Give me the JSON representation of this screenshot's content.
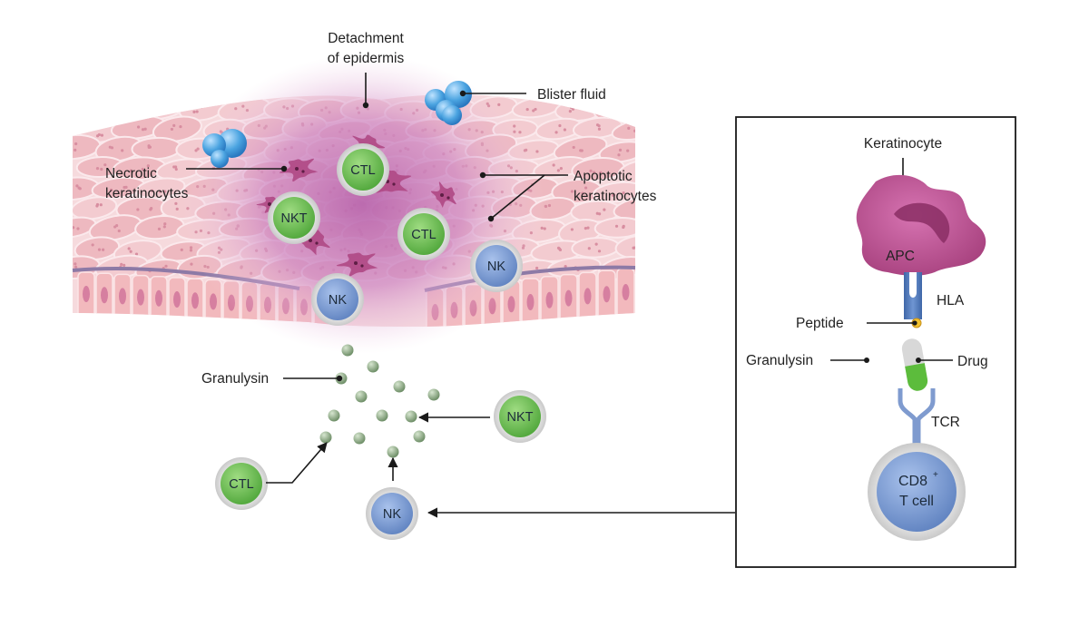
{
  "labels": {
    "detachment": [
      "Detachment",
      "of epidermis"
    ],
    "blister_fluid": "Blister fluid",
    "necrotic": [
      "Necrotic",
      "keratinocytes"
    ],
    "apoptotic": [
      "Apoptotic",
      "keratinocytes"
    ],
    "granulysin_main": "Granulysin",
    "keratinocyte": "Keratinocyte",
    "apc": "APC",
    "hla": "HLA",
    "peptide": "Peptide",
    "granulysin_box": "Granulysin",
    "drug": "Drug",
    "tcr": "TCR",
    "cd8_main": "CD8",
    "cd8_sup": "+",
    "cd8_sub": "T cell"
  },
  "cells": {
    "ctl": "CTL",
    "nkt": "NKT",
    "nk": "NK"
  },
  "colors": {
    "ctl_fill": "#6abd52",
    "nk_fill": "#7a9bd0",
    "tissue_pink": "#f0c4c8",
    "inflamed_purple": "#c77ab7",
    "keratinocyte_magenta": "#c2579a",
    "granule": "#8fae86",
    "drug_green": "#5cbc3c",
    "blister_blue": "#4aa3e0"
  }
}
